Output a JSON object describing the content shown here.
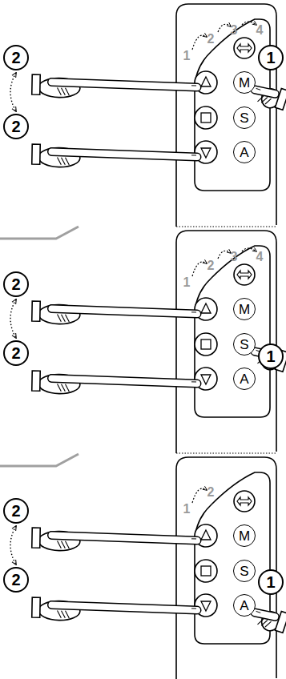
{
  "diagram": {
    "nodes": [
      {
        "text": [
          "2"
        ]
      },
      {
        "text": [
          "1"
        ]
      },
      {
        "text": [
          "M"
        ]
      },
      {
        "text": [
          "S"
        ]
      },
      {
        "text": [
          "A"
        ]
      },
      {
        "text": [
          "2"
        ]
      },
      {
        "text": [
          "2"
        ]
      },
      {
        "text": [
          "1"
        ]
      },
      {
        "text": [
          "M"
        ]
      },
      {
        "text": [
          "S"
        ]
      },
      {
        "text": [
          "A"
        ]
      },
      {
        "text": [
          "2"
        ]
      },
      {
        "text": [
          "2"
        ]
      },
      {
        "text": [
          "1"
        ]
      },
      {
        "text": [
          "M"
        ]
      },
      {
        "text": [
          "S"
        ]
      },
      {
        "text": [
          "A"
        ]
      },
      {
        "text": [
          "2"
        ]
      }
    ],
    "edges": [
      {
        "from": 0,
        "to": 5,
        "arrow": "both"
      },
      {
        "from": 6,
        "to": 11,
        "arrow": "both"
      },
      {
        "from": 12,
        "to": 17,
        "arrow": "both"
      }
    ],
    "labels": [
      "1",
      "2",
      "3",
      "4",
      "1",
      "2",
      "3",
      "4",
      "1",
      "2"
    ]
  }
}
